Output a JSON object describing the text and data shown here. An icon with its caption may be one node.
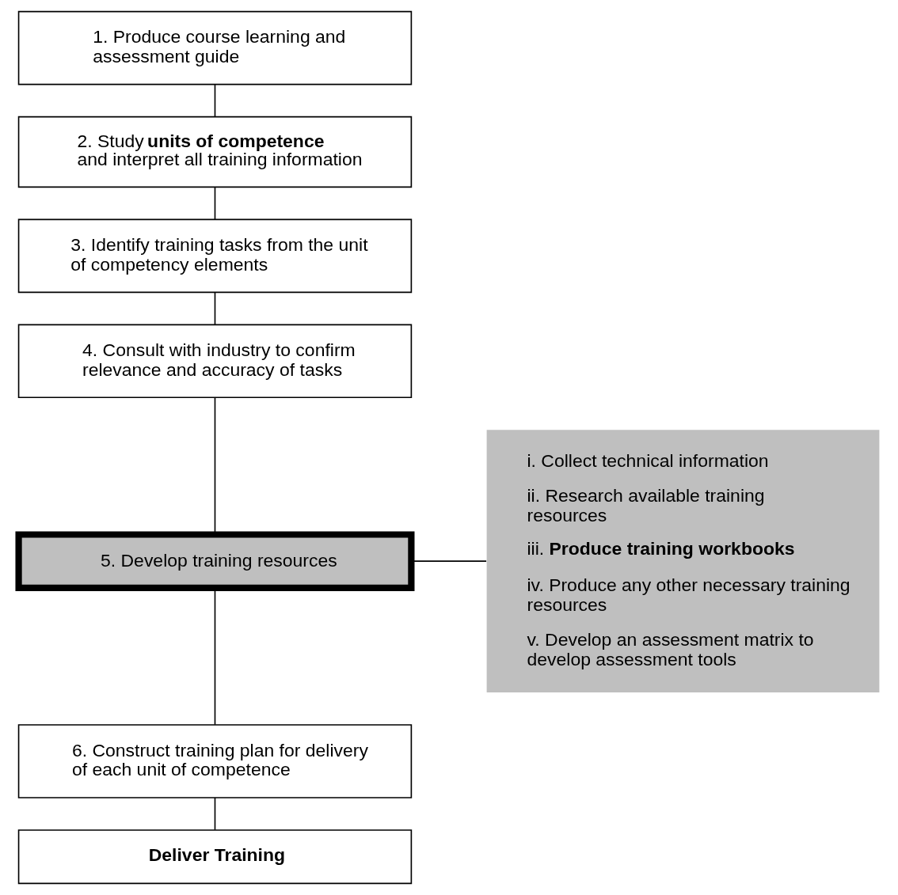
{
  "diagram": {
    "nodes": [
      {
        "text": [
          "1. Produce course learning and assessment guide"
        ]
      },
      {
        "text": [
          "2. Study **units of competence** and interpret all training information"
        ]
      },
      {
        "text": [
          "3. Identify training tasks from the unit of competency elements"
        ]
      },
      {
        "text": [
          "4. Consult with industry to confirm relevance and accuracy of tasks"
        ]
      },
      {
        "text": [
          "5. Develop training resources"
        ]
      },
      {
        "text": [
          "6. Construct training plan for delivery of each unit of competence"
        ]
      },
      {
        "text": [
          "Deliver Training"
        ]
      },
      {
        "text": [
          "i. Collect technical information",
          "ii. Research available training resources",
          "iii. **Produce training workbooks**",
          "iv. Produce any other necessary training resources",
          "v. Develop an assessment matrix to develop assessment tools"
        ]
      }
    ],
    "edges": [
      {
        "from": 0,
        "to": 1,
        "arrow": "none"
      },
      {
        "from": 1,
        "to": 2,
        "arrow": "none"
      },
      {
        "from": 2,
        "to": 3,
        "arrow": "none"
      },
      {
        "from": 3,
        "to": 4,
        "arrow": "none"
      },
      {
        "from": 4,
        "to": 7,
        "arrow": "none"
      },
      {
        "from": 4,
        "to": 5,
        "arrow": "none"
      },
      {
        "from": 5,
        "to": 6,
        "arrow": "none"
      }
    ]
  }
}
